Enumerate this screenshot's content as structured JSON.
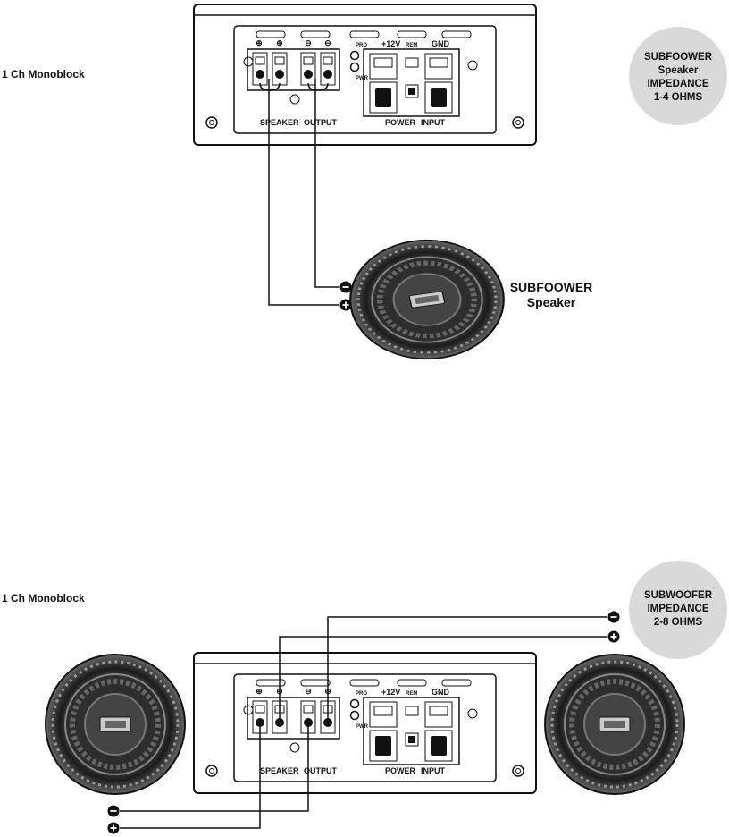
{
  "diagram1": {
    "heading": "1 Ch Monoblock",
    "badge": [
      "SUBFOOWER",
      "Speaker",
      "IMPEDANCE",
      "1-4 OHMS"
    ],
    "speaker_label": [
      "SUBFOOWER",
      "Speaker"
    ]
  },
  "diagram2": {
    "heading": "1 Ch Monoblock",
    "badge": [
      "SUBWOOFER",
      "IMPEDANCE",
      "2-8 OHMS"
    ]
  },
  "amp": {
    "pro": "PRO",
    "pwr": "PWR",
    "v12": "+12V",
    "rem": "REM",
    "gnd": "GND",
    "speaker": "SPEAKER",
    "output": "OUTPUT",
    "power": "POWER",
    "input": "INPUT"
  },
  "colors": {
    "ink": "#111111",
    "badge": "#d9d9d9",
    "woofer": "#3a3a3a"
  }
}
